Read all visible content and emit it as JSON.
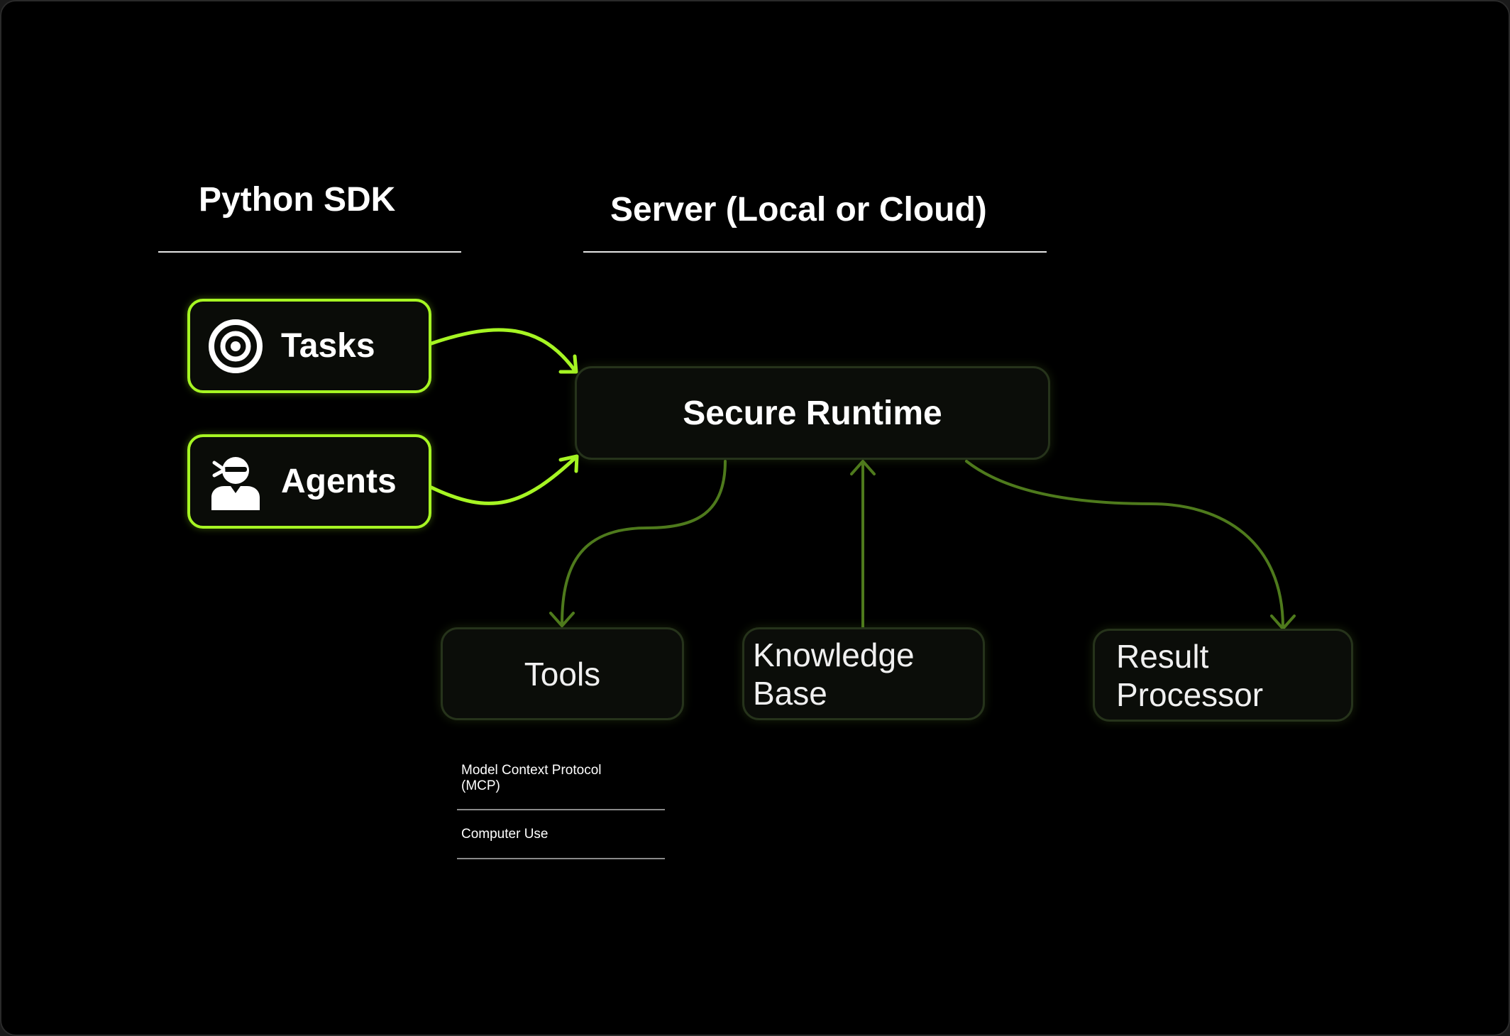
{
  "headings": {
    "sdk_title": "Python SDK",
    "server_title": "Server (Local or Cloud)"
  },
  "sdk": {
    "tasks_label": "Tasks",
    "agents_label": "Agents",
    "tasks_icon": "target-icon",
    "agents_icon": "ninja-agent-icon"
  },
  "server": {
    "runtime_label": "Secure Runtime",
    "tools_label": "Tools",
    "knowledge_line1": "Knowledge",
    "knowledge_line2": "Base",
    "result_line1": "Result",
    "result_line2": "Processor"
  },
  "tools_list": {
    "item1_line1": "Model Context Protocol",
    "item1_line2": "(MCP)",
    "item2": "Computer Use"
  },
  "colors": {
    "background": "#000000",
    "sdk_accent": "#a6f523",
    "server_arrow": "#4e7a1c",
    "server_border": "#26331b"
  }
}
